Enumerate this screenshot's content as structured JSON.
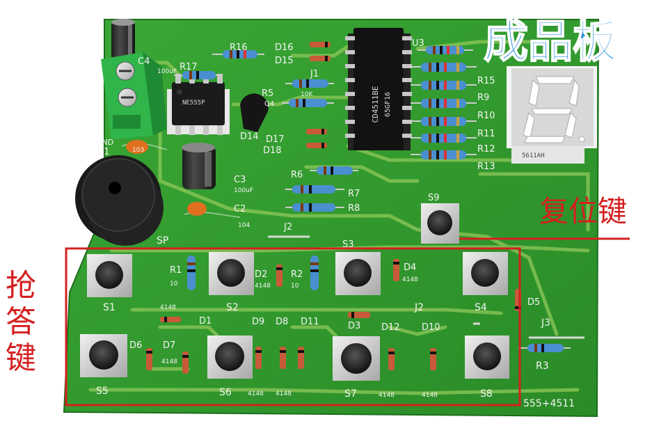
{
  "caption": {
    "title": "成品板",
    "reset_label": "复位键",
    "answer_label": "抢答键",
    "title_color": "#1a8ad6",
    "label_color": "#d42020"
  },
  "board": {
    "model": "555+4511",
    "pcb_color": "#2f9a2c",
    "trace_color": "#8fc85a"
  },
  "silkscreen": {
    "c4": "C4",
    "c4_val": "100uF",
    "r17": "R17",
    "r16": "R16",
    "d16": "D16",
    "d15": "D15",
    "u3": "U3",
    "r15": "R15",
    "r9": "R9",
    "r10": "R10",
    "r11": "R11",
    "r12": "R12",
    "r13": "R13",
    "r5": "R5",
    "q4": "Q4",
    "j1": "J1",
    "r14": "10K",
    "d14": "D14",
    "d17": "D17",
    "d18": "D18",
    "gnd": "GND",
    "c1": "C1",
    "c1_val": "103",
    "c3": "C3",
    "c3_val": "100uF",
    "c2": "C2",
    "c2_val": "104",
    "sp": "SP",
    "r6": "R6",
    "r7": "R7",
    "r8": "R8",
    "j2": "J2",
    "j2b": "J2",
    "s9": "S9",
    "s3": "S3",
    "r1": "R1",
    "r1_val": "10",
    "d2": "D2",
    "d2_val": "4148",
    "r2": "R2",
    "r2_val": "10",
    "d4": "D4",
    "d4_val": "4148",
    "s1": "S1",
    "s2": "S2",
    "s4": "S4",
    "d1": "D1",
    "d1_val": "4148",
    "d3": "D3",
    "d5": "D5",
    "d9": "D9",
    "d8": "D8",
    "d11": "D11",
    "d12": "D12",
    "d10": "D10",
    "j3": "J3",
    "r3": "R3",
    "d6": "D6",
    "d7": "D7",
    "d7_val": "4148",
    "v_d9": "4148",
    "v_d8": "4148",
    "v_d12": "4148",
    "v_d10": "4148",
    "s5": "S5",
    "s6": "S6",
    "s7": "S7",
    "s8": "S8"
  },
  "chips": {
    "ne555": "NE555P",
    "cd4511": "CD4511BE",
    "cd4511_b": "65GF16",
    "display_code": "5611AH"
  }
}
